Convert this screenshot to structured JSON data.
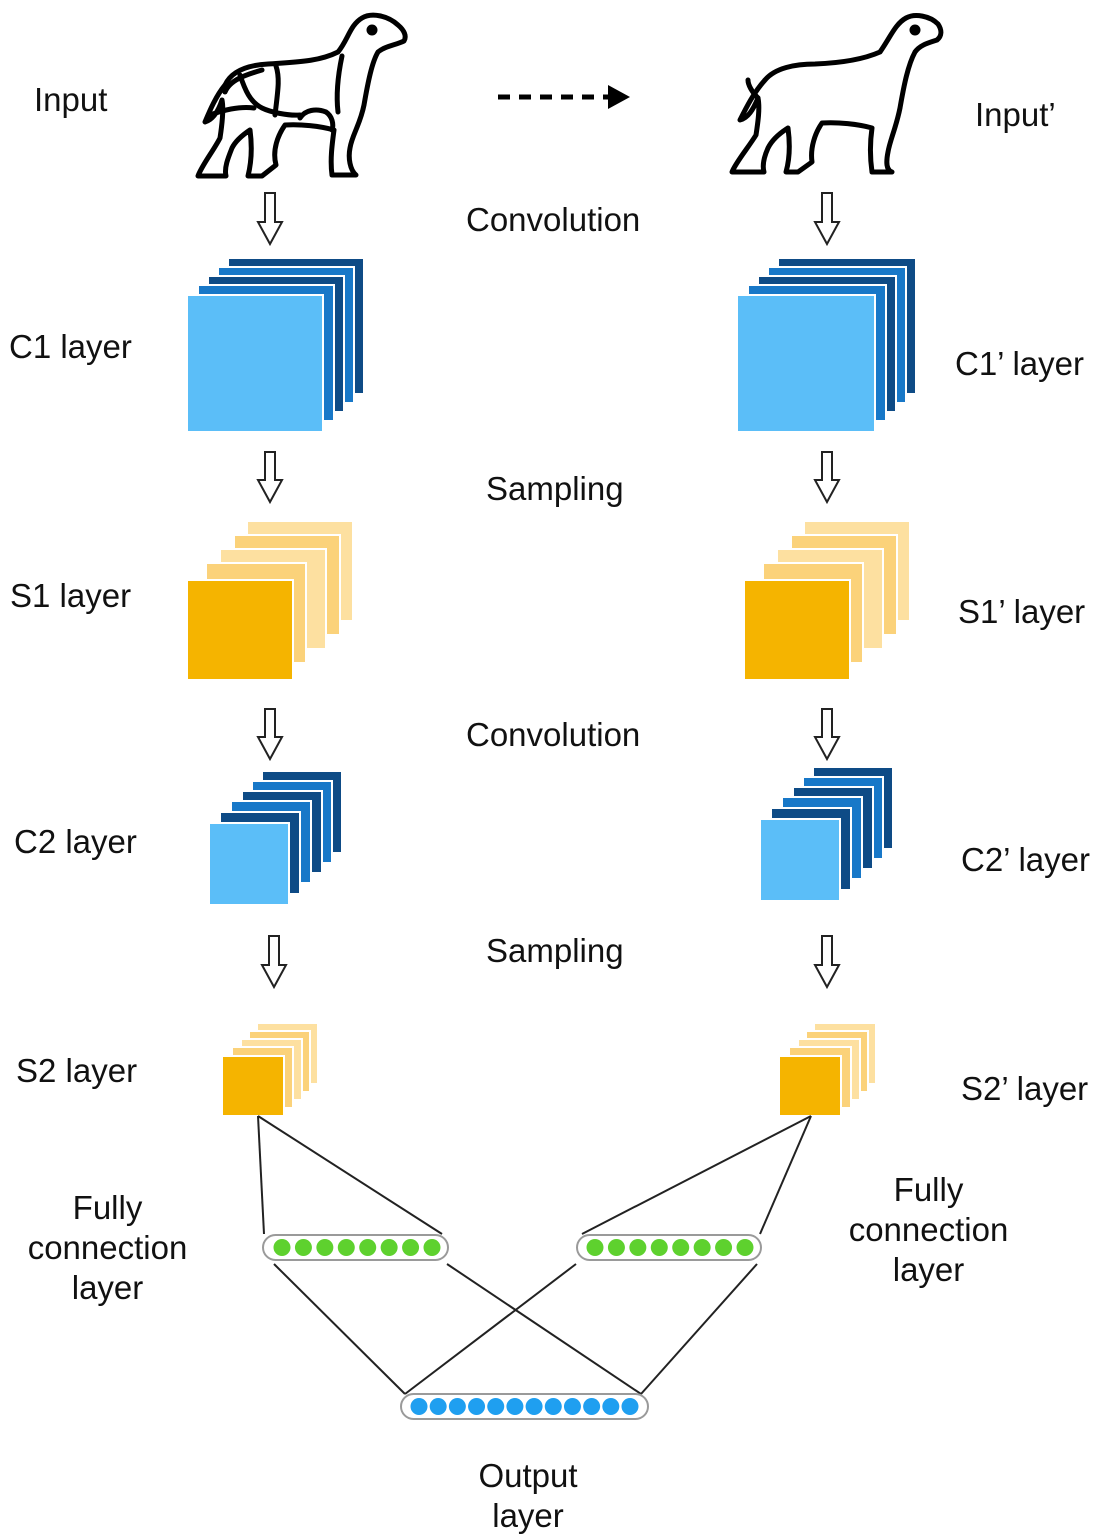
{
  "labels": {
    "input": "Input",
    "input_prime": "Input’",
    "convolution_1": "Convolution",
    "sampling_1": "Sampling",
    "convolution_2": "Convolution",
    "sampling_2": "Sampling",
    "c1": "C1 layer",
    "c1_prime": "C1’ layer",
    "s1": "S1 layer",
    "s1_prime": "S1’ layer",
    "c2": "C2 layer",
    "c2_prime": "C2’ layer",
    "s2": "S2 layer",
    "s2_prime": "S2’ layer",
    "fc_left": [
      "Fully",
      "connection",
      "layer"
    ],
    "fc_right": [
      "Fully",
      "connection",
      "layer"
    ],
    "output": [
      "Output",
      "layer"
    ]
  },
  "colors": {
    "conv_front": "#5BBEF8",
    "conv_back_dark": "#0E4B86",
    "conv_back_mid": "#1878C8",
    "conv_back_light": "#2F9BE6",
    "samp_front": "#F5B400",
    "samp_back": "#FBD27A",
    "samp_back_light": "#FDE0A0",
    "fc_node": "#5ED12E",
    "output_node": "#1F9FF0",
    "line": "#222222"
  },
  "fc_nodes_per_layer": 8,
  "output_nodes": 12
}
